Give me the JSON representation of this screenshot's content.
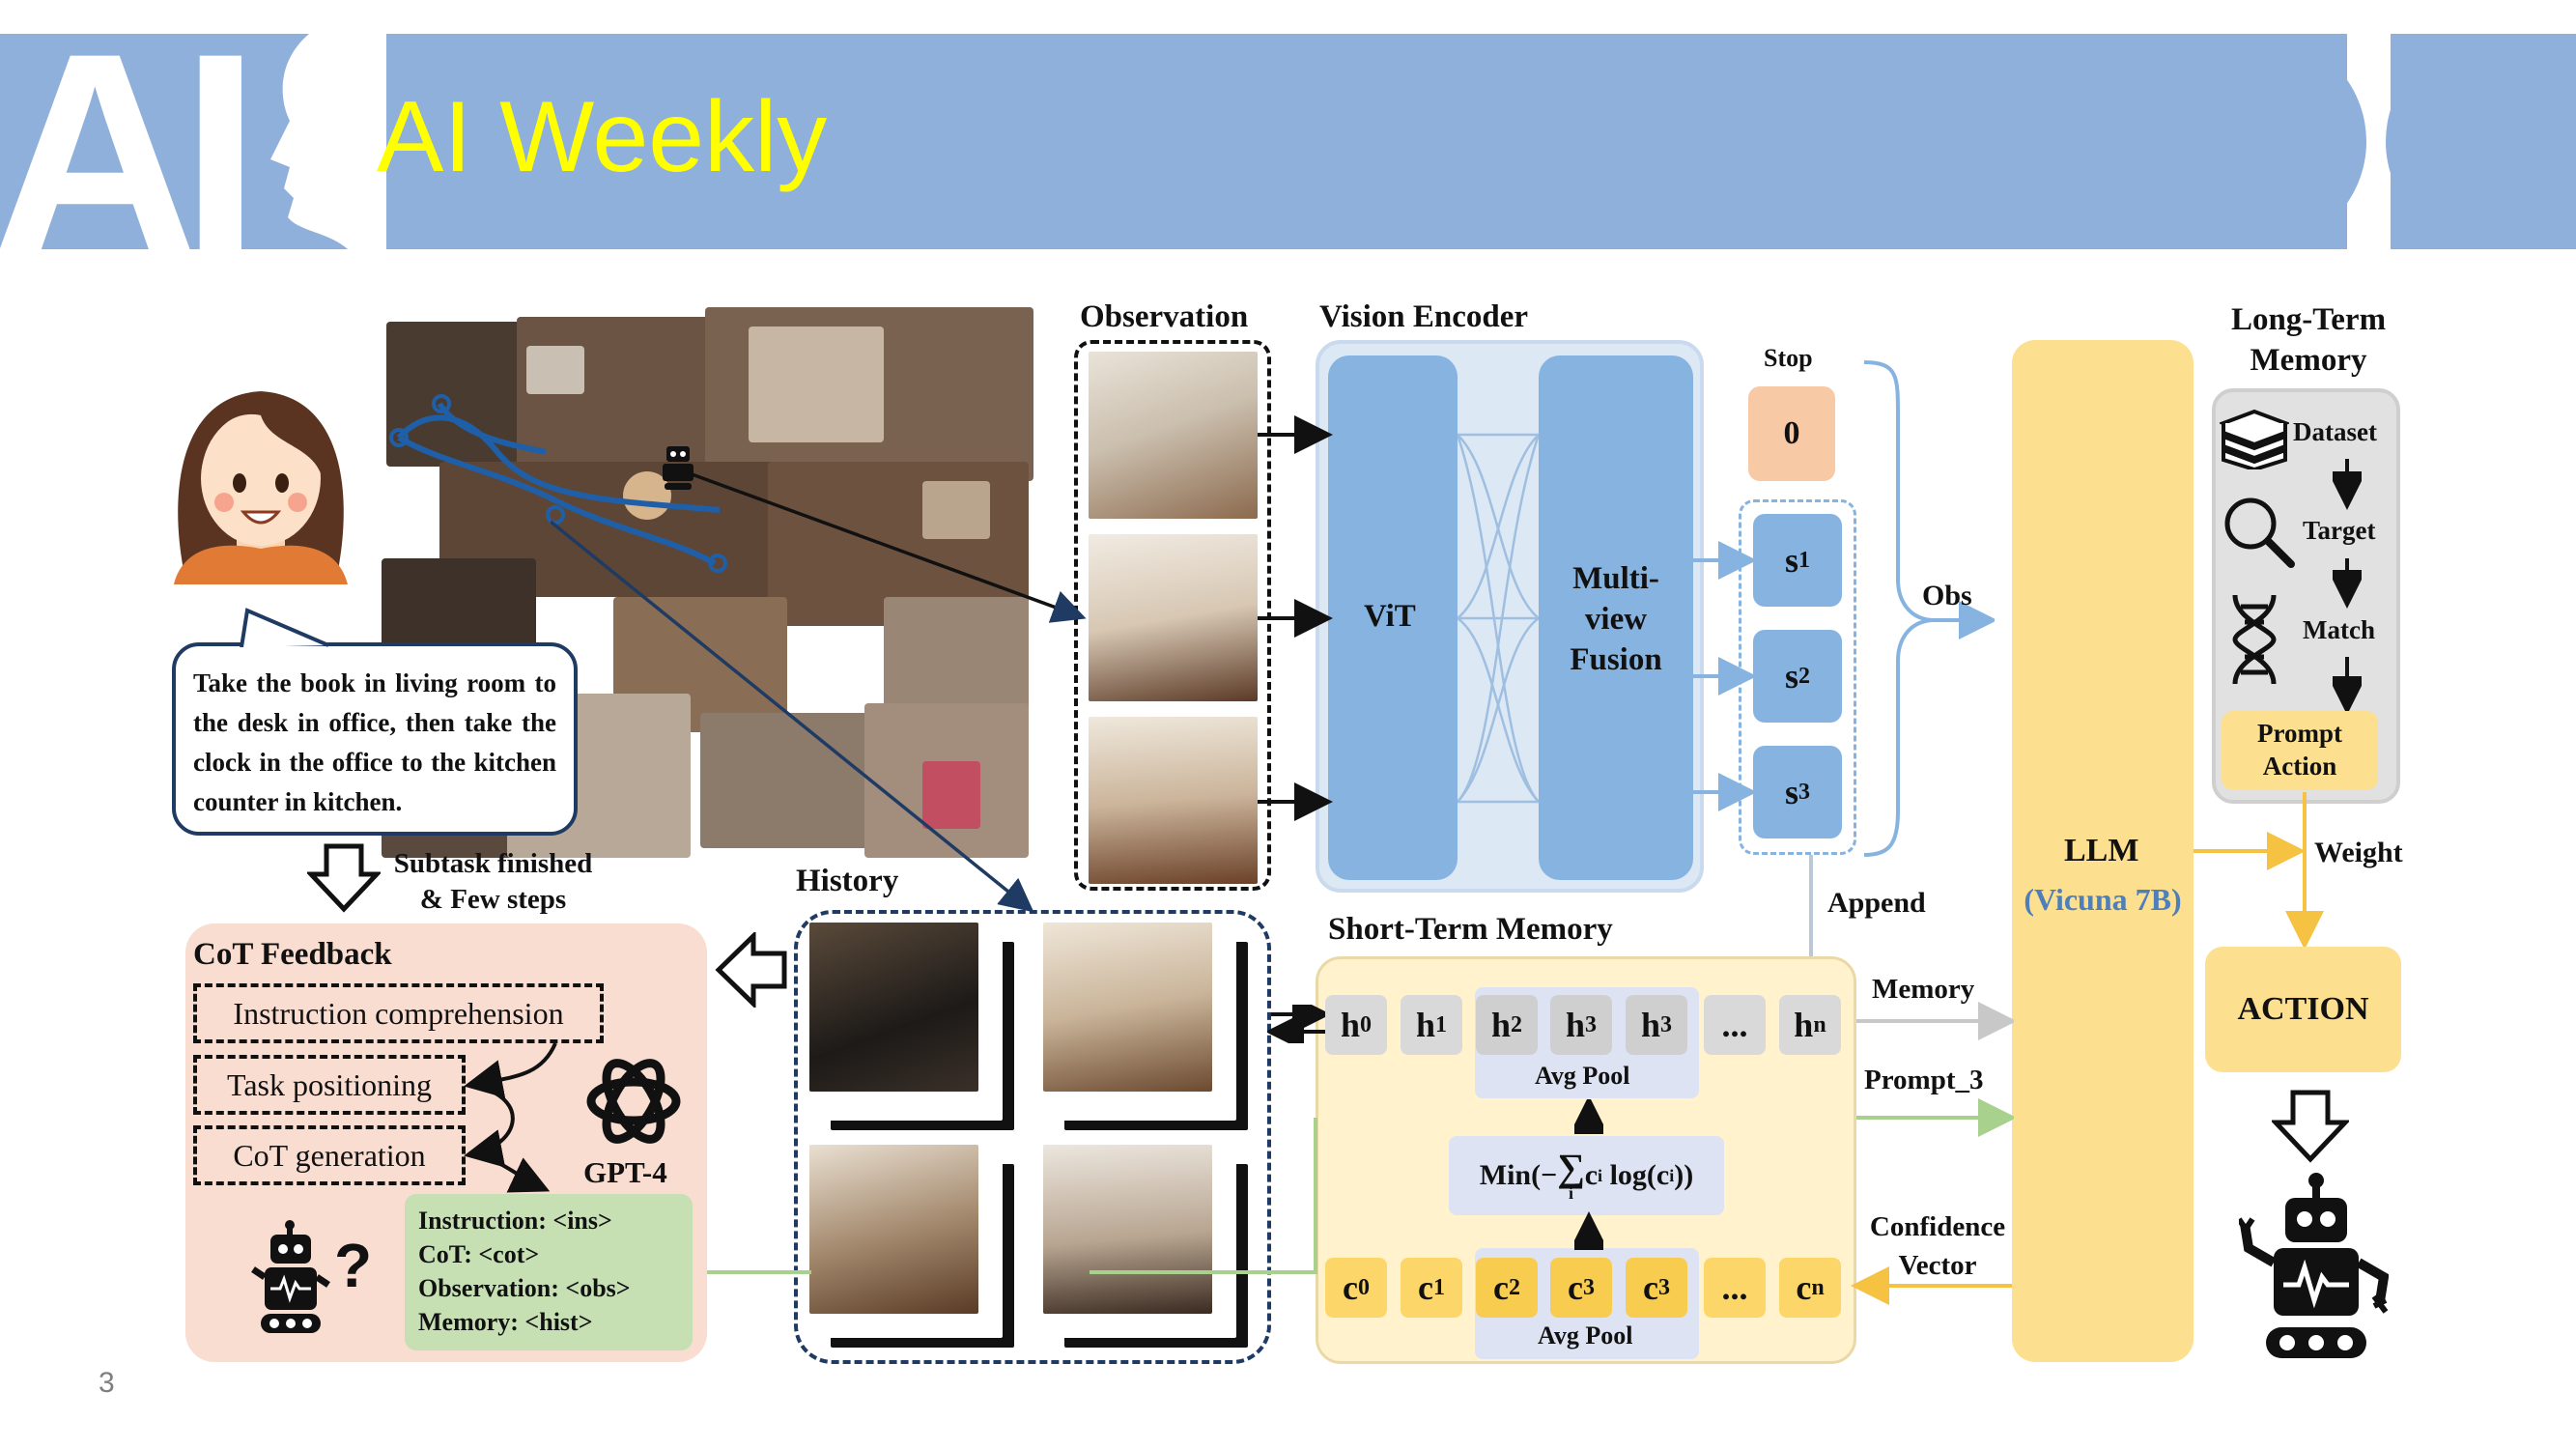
{
  "header": {
    "title": "AI Weekly",
    "logo_text": "AI"
  },
  "page_number": "3",
  "instruction_text": "Take the book in living room to the desk in office, then take the clock in the office to the kitchen counter in kitchen.",
  "subtask_label": "Subtask finished & Few steps",
  "observation_label": "Observation",
  "vision_encoder": {
    "title": "Vision Encoder",
    "vit": "ViT",
    "fusion": "Multi-view Fusion"
  },
  "stop": {
    "label": "Stop",
    "value": "0"
  },
  "states": [
    "s",
    "s",
    "s"
  ],
  "state_subs": [
    "1",
    "2",
    "3"
  ],
  "obs_label": "Obs",
  "append_label": "Append",
  "llm": {
    "name": "LLM",
    "model": "(Vicuna 7B)"
  },
  "long_term_memory": {
    "title_line1": "Long-Term",
    "title_line2": "Memory",
    "steps": [
      "Dataset",
      "Target",
      "Match"
    ],
    "prompt_line1": "Prompt",
    "prompt_line2": "Action"
  },
  "weight_label": "Weight",
  "action_label": "ACTION",
  "history_label": "History",
  "short_term_memory": {
    "title": "Short-Term Memory",
    "h_cells": [
      {
        "b": "h",
        "s": "0"
      },
      {
        "b": "h",
        "s": "1"
      },
      {
        "b": "h",
        "s": "2"
      },
      {
        "b": "h",
        "s": "3"
      },
      {
        "b": "h",
        "s": "3"
      },
      {
        "b": "...",
        "s": ""
      },
      {
        "b": "h",
        "s": "n"
      }
    ],
    "c_cells": [
      {
        "b": "c",
        "s": "0"
      },
      {
        "b": "c",
        "s": "1"
      },
      {
        "b": "c",
        "s": "2"
      },
      {
        "b": "c",
        "s": "3"
      },
      {
        "b": "c",
        "s": "3"
      },
      {
        "b": "...",
        "s": ""
      },
      {
        "b": "c",
        "s": "n"
      }
    ],
    "avg_pool": "Avg Pool",
    "formula_prefix": "Min(−",
    "formula_sigma": "∑",
    "formula_index": "i",
    "formula_body": "c",
    "formula_body_sub": "i",
    "formula_suffix": " log(c",
    "formula_suffix_sub": "i",
    "formula_end": "))"
  },
  "memory_label": "Memory",
  "prompt3_label": "Prompt_3",
  "confidence_label_line1": "Confidence",
  "confidence_label_line2": "Vector",
  "cot": {
    "title": "CoT Feedback",
    "items": [
      "Instruction comprehension",
      "Task positioning",
      "CoT generation"
    ],
    "gpt_label": "GPT-4",
    "prompt_lines": [
      "Instruction: <ins>",
      "CoT: <cot>",
      "Observation: <obs>",
      "Memory: <hist>"
    ]
  },
  "colors": {
    "header": "#8eb0db",
    "title": "#ffff00",
    "encoder_blue": "#86b3e0",
    "llm_yellow": "#fce08f",
    "stop_orange": "#f8c9a5",
    "cot_bg": "#f8ddd0",
    "prompt_green": "#c6e0b4"
  },
  "icons": [
    "woman-avatar-icon",
    "robot-icon",
    "gpt-logo-icon",
    "books-icon",
    "magnifier-icon",
    "dna-icon",
    "down-arrow-icon"
  ]
}
